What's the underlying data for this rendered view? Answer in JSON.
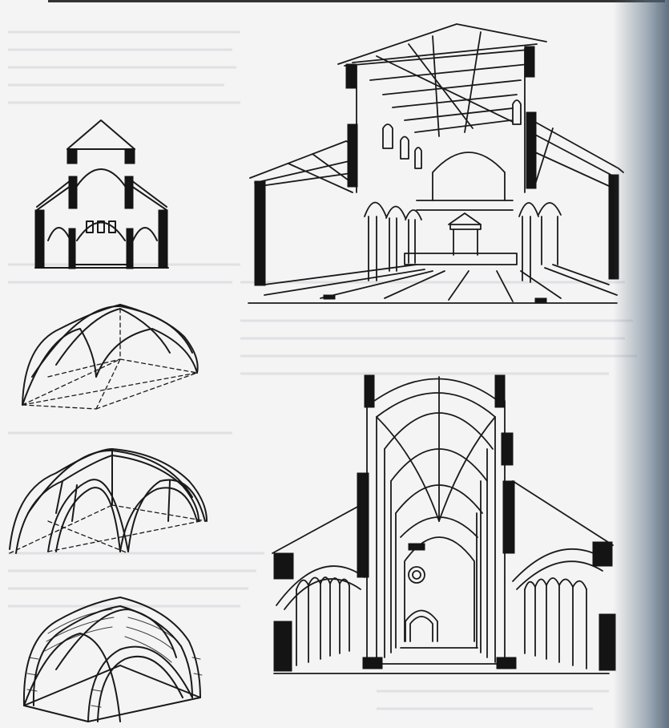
{
  "figures": [
    {
      "id": "basilica-cross-section",
      "icon": "basilica-section-drawing"
    },
    {
      "id": "basilica-interior-perspective",
      "icon": "timber-roof-basilica-drawing"
    },
    {
      "id": "groin-vault",
      "icon": "groin-vault-drawing"
    },
    {
      "id": "ribbed-vault-skeleton",
      "icon": "rib-vault-drawing"
    },
    {
      "id": "ribbed-vault-masonry",
      "icon": "masonry-rib-vault-drawing"
    },
    {
      "id": "gothic-nave-perspective",
      "icon": "vaulted-nave-drawing"
    }
  ],
  "colors": {
    "ink": "#1a1a1a",
    "paper": "#f4f4f4",
    "edge_shadow": "#4f6278"
  }
}
